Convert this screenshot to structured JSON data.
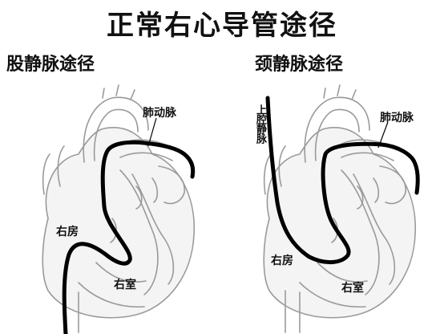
{
  "title": "正常右心导管途径",
  "left_panel": {
    "subtitle": "股静脉途径",
    "labels": {
      "pulmonary_artery": "肺动脉",
      "right_atrium": "右房",
      "right_ventricle": "右室"
    }
  },
  "right_panel": {
    "subtitle": "颈静脉途径",
    "labels": {
      "superior_vena_cava": "上腔静脉",
      "pulmonary_artery": "肺动脉",
      "right_atrium": "右房",
      "right_ventricle": "右室"
    }
  }
}
